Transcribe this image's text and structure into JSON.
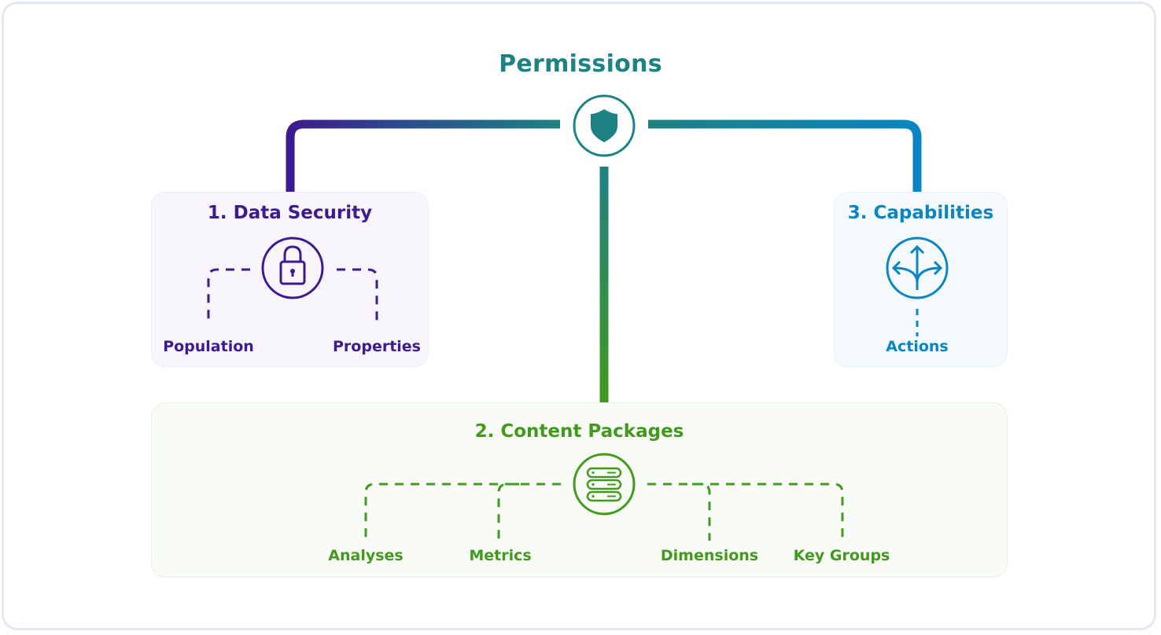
{
  "title": "Permissions",
  "colors": {
    "permissions": "#1e8282",
    "data_security": "#3d1a8f",
    "capabilities": "#0a85c2",
    "content_packages": "#43991e",
    "frame_border": "#e3e9f0"
  },
  "root": {
    "label": "Permissions",
    "icon": "shield-icon"
  },
  "sections": {
    "data_security": {
      "heading": "1. Data Security",
      "icon": "lock-icon",
      "children": [
        "Population",
        "Properties"
      ]
    },
    "content_packages": {
      "heading": "2. Content Packages",
      "icon": "server-stack-icon",
      "children": [
        "Analyses",
        "Metrics",
        "Dimensions",
        "Key Groups"
      ]
    },
    "capabilities": {
      "heading": "3. Capabilities",
      "icon": "split-arrows-icon",
      "children": [
        "Actions"
      ]
    }
  }
}
